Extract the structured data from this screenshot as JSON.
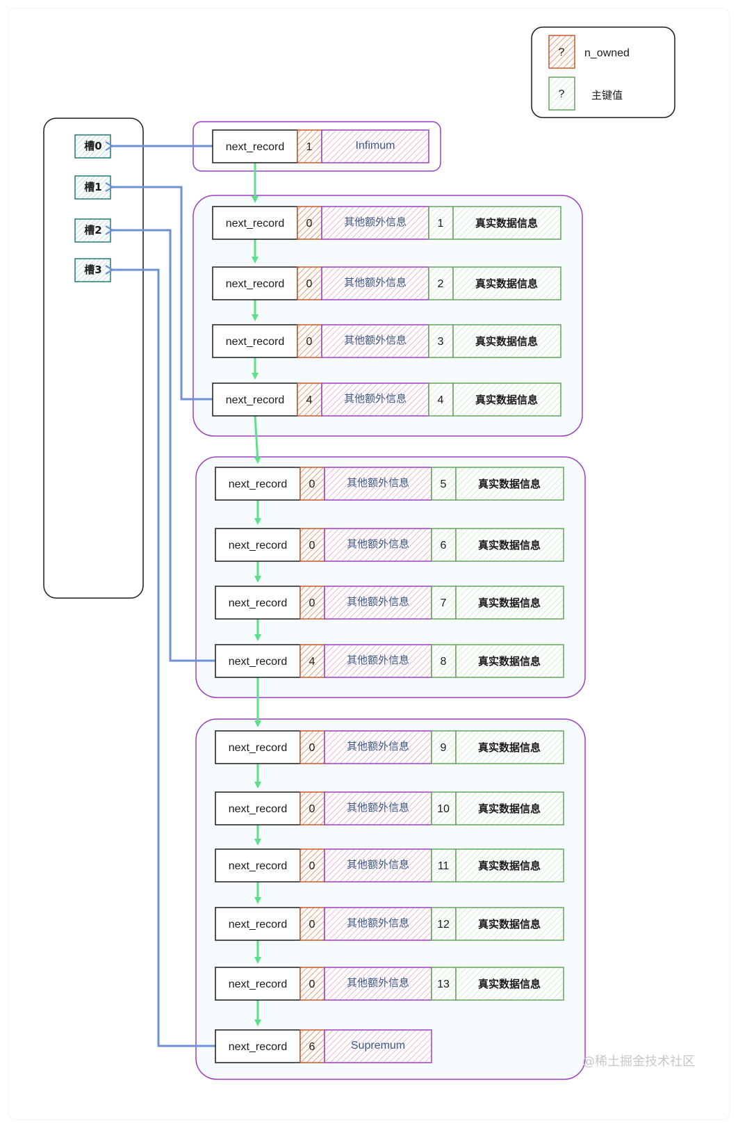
{
  "legend": {
    "n_owned_glyph": "?",
    "n_owned_label": "n_owned",
    "key_glyph": "?",
    "key_label": "主键值"
  },
  "slots": [
    "槽0",
    "槽1",
    "槽2",
    "槽3"
  ],
  "infimum": {
    "ptr": "next_record",
    "n_owned": "1",
    "name": "Infimum"
  },
  "supremum": {
    "ptr": "next_record",
    "n_owned": "6",
    "name": "Supremum"
  },
  "groups": [
    {
      "records": [
        {
          "ptr": "next_record",
          "n_owned": "0",
          "extra": "其他额外信息",
          "key": "1",
          "data": "真实数据信息"
        },
        {
          "ptr": "next_record",
          "n_owned": "0",
          "extra": "其他额外信息",
          "key": "2",
          "data": "真实数据信息"
        },
        {
          "ptr": "next_record",
          "n_owned": "0",
          "extra": "其他额外信息",
          "key": "3",
          "data": "真实数据信息"
        },
        {
          "ptr": "next_record",
          "n_owned": "4",
          "extra": "其他额外信息",
          "key": "4",
          "data": "真实数据信息"
        }
      ]
    },
    {
      "records": [
        {
          "ptr": "next_record",
          "n_owned": "0",
          "extra": "其他额外信息",
          "key": "5",
          "data": "真实数据信息"
        },
        {
          "ptr": "next_record",
          "n_owned": "0",
          "extra": "其他额外信息",
          "key": "6",
          "data": "真实数据信息"
        },
        {
          "ptr": "next_record",
          "n_owned": "0",
          "extra": "其他额外信息",
          "key": "7",
          "data": "真实数据信息"
        },
        {
          "ptr": "next_record",
          "n_owned": "4",
          "extra": "其他额外信息",
          "key": "8",
          "data": "真实数据信息"
        }
      ]
    },
    {
      "records": [
        {
          "ptr": "next_record",
          "n_owned": "0",
          "extra": "其他额外信息",
          "key": "9",
          "data": "真实数据信息"
        },
        {
          "ptr": "next_record",
          "n_owned": "0",
          "extra": "其他额外信息",
          "key": "10",
          "data": "真实数据信息"
        },
        {
          "ptr": "next_record",
          "n_owned": "0",
          "extra": "其他额外信息",
          "key": "11",
          "data": "真实数据信息"
        },
        {
          "ptr": "next_record",
          "n_owned": "0",
          "extra": "其他额外信息",
          "key": "12",
          "data": "真实数据信息"
        },
        {
          "ptr": "next_record",
          "n_owned": "0",
          "extra": "其他额外信息",
          "key": "13",
          "data": "真实数据信息"
        }
      ]
    }
  ],
  "watermark": "@稀土掘金技术社区",
  "colors": {
    "purple": "#9c3fc4",
    "orange": "#c9562a",
    "green": "#63a35c",
    "arrow_green": "#5de08a",
    "arrow_blue": "#6f8fd6",
    "slot_border": "#1f7a78"
  }
}
